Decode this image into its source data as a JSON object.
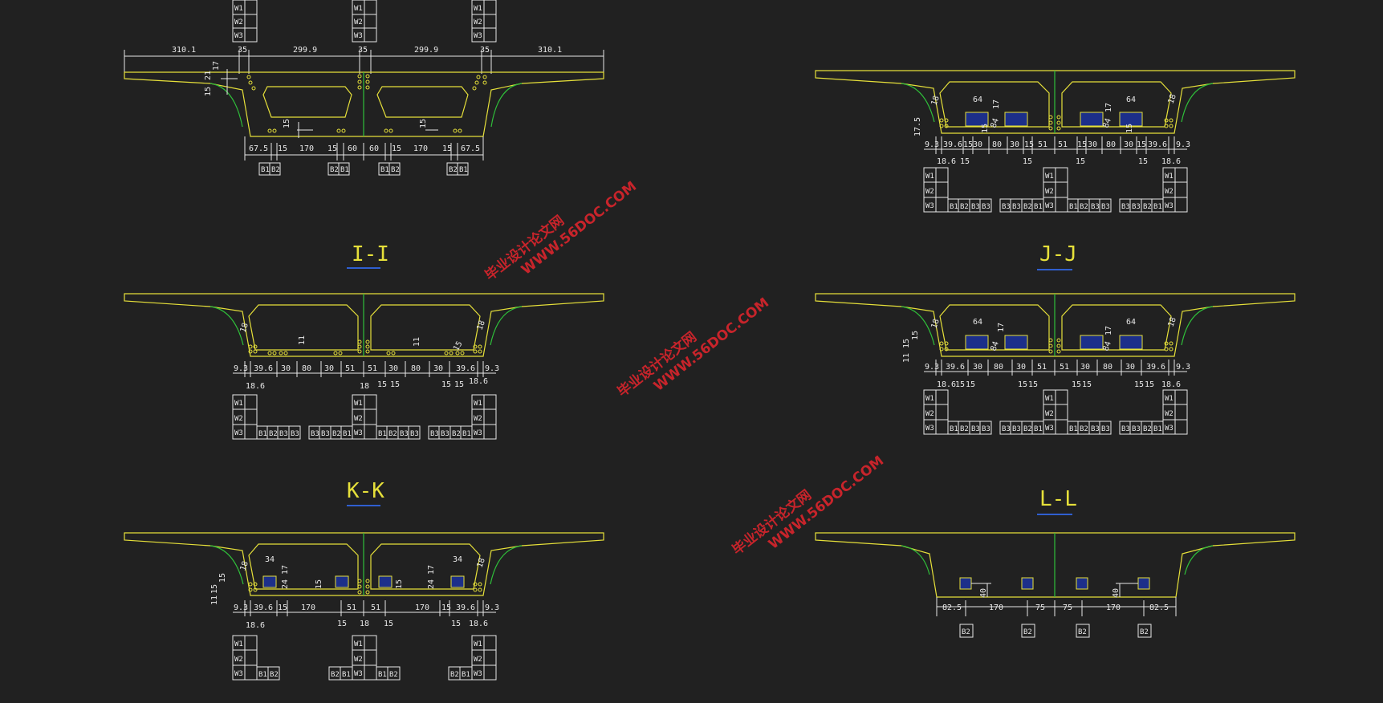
{
  "drawing": {
    "colors": {
      "background": "#212121",
      "outline": "#e6e03a",
      "web": "#2fbf3a",
      "text": "#e8e8e8",
      "duct": "#1c2f8a",
      "watermark": "#c8242b"
    },
    "sections": {
      "top_left": {
        "title": "",
        "top_dims": [
          "310.1",
          "35",
          "299.9",
          "35",
          "299.9",
          "35",
          "310.1"
        ],
        "left_dims": [
          "15",
          "21",
          "17"
        ],
        "mid_dims": [
          "15",
          "15"
        ],
        "bottom_dims": [
          "67.5",
          "15",
          "170",
          "15",
          "60",
          "60",
          "15",
          "170",
          "15",
          "67.5"
        ],
        "bar_labels": [
          "B1",
          "B2",
          "B2",
          "B1",
          "B1",
          "B2",
          "B2",
          "B1"
        ],
        "w_labels": [
          "W1",
          "W2",
          "W3"
        ]
      },
      "i_i": {
        "title": "I-I",
        "side_dims": [
          "18",
          "18",
          "11",
          "11",
          "15"
        ],
        "bottom_dims": [
          "9.3",
          "39.6",
          "30",
          "80",
          "30",
          "51",
          "51",
          "30",
          "80",
          "30",
          "39.6",
          "9.3"
        ],
        "sub_dims": [
          "18.6",
          "18",
          "15",
          "15",
          "15",
          "15",
          "18.6"
        ],
        "bar_labels": [
          "B1",
          "B2",
          "B3",
          "B3",
          "B3",
          "B3",
          "B2",
          "B1",
          "B1",
          "B2",
          "B3",
          "B3",
          "B3",
          "B3",
          "B2",
          "B1"
        ]
      },
      "j_j_top": {
        "title": "",
        "side_dims": [
          "18",
          "18",
          "64",
          "64",
          "17",
          "17",
          "84",
          "84",
          "15",
          "15",
          "17.5"
        ],
        "bottom_dims": [
          "9.3",
          "39.6",
          "15",
          "30",
          "80",
          "30",
          "15",
          "51",
          "51",
          "15",
          "30",
          "80",
          "30",
          "15",
          "39.6",
          "9.3"
        ],
        "sub_dims": [
          "18.6",
          "15",
          "15",
          "15",
          "15",
          "18.6"
        ],
        "bar_labels": [
          "B1",
          "B2",
          "B3",
          "B3",
          "B3",
          "B3",
          "B2",
          "B1",
          "B1",
          "B2",
          "B3",
          "B3",
          "B3",
          "B3",
          "B2",
          "B1"
        ]
      },
      "j_j": {
        "title": "J-J",
        "side_dims": [
          "18",
          "18",
          "64",
          "64",
          "17",
          "17",
          "84",
          "84",
          "11",
          "15",
          "15"
        ],
        "bottom_dims": [
          "9.3",
          "39.6",
          "30",
          "80",
          "30",
          "51",
          "51",
          "30",
          "80",
          "30",
          "39.6",
          "9.3"
        ],
        "sub_dims": [
          "18.6",
          "15",
          "15",
          "15",
          "15",
          "15",
          "15",
          "15",
          "15",
          "18.6"
        ],
        "bar_labels": [
          "B1",
          "B2",
          "B3",
          "B3",
          "B3",
          "B3",
          "B2",
          "B1",
          "B1",
          "B2",
          "B3",
          "B3",
          "B3",
          "B3",
          "B2",
          "B1"
        ]
      },
      "k_k": {
        "title": "K-K",
        "side_dims": [
          "18",
          "18",
          "34",
          "34",
          "17",
          "17",
          "24",
          "24",
          "15",
          "15",
          "11",
          "15",
          "15"
        ],
        "bottom_dims": [
          "9.3",
          "39.6",
          "15",
          "170",
          "51",
          "51",
          "170",
          "15",
          "39.6",
          "9.3"
        ],
        "sub_dims": [
          "18.6",
          "15",
          "18",
          "15",
          "15",
          "18.6"
        ],
        "bar_labels": [
          "B1",
          "B2",
          "B2",
          "B1",
          "B1",
          "B2",
          "B2",
          "B1"
        ]
      },
      "l_l": {
        "title": "L-L",
        "side_dims": [
          "40",
          "40"
        ],
        "bottom_dims": [
          "82.5",
          "170",
          "75",
          "75",
          "170",
          "82.5"
        ],
        "bar_labels": [
          "B2",
          "B2",
          "B2",
          "B2"
        ]
      }
    },
    "watermarks": [
      {
        "line1": "毕业设计论文网",
        "line2": "WWW.56DOC.COM"
      },
      {
        "line1": "毕业设计论文网",
        "line2": "WWW.56DOC.COM"
      },
      {
        "line1": "毕业设计论文网",
        "line2": "WWW.56DOC.COM"
      }
    ]
  }
}
